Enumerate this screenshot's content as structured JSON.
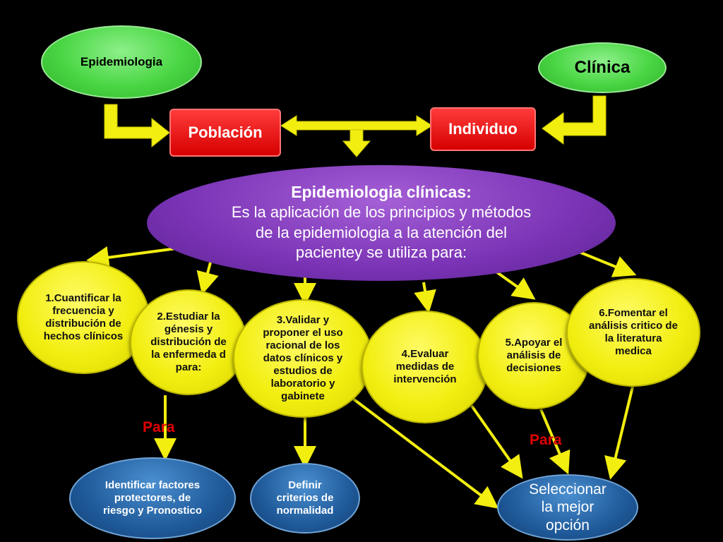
{
  "top": {
    "left_oval": "Epidemiologia",
    "right_oval": "Clínica",
    "poblacion": "Población",
    "individuo": "Individuo"
  },
  "center": {
    "title": "Epidemiologia clínicas:",
    "body": "Es  la aplicación de los principios y métodos de la epidemiologia a la atención del pacientey se utiliza para:"
  },
  "uses": [
    "1.Cuantificar la frecuencia y distribución de hechos clínicos",
    "2.Estudiar la génesis y distribución de la enfermeda d para:",
    "3.Validar y proponer el uso racional de los datos clínicos y estudios de laboratorio y gabinete",
    "4.Evaluar medidas de intervención",
    "5.Apoyar el análisis de decisiones",
    "6.Fomentar el análisis critico de la literatura medica"
  ],
  "para_left": "Para",
  "para_right": "Para",
  "results": [
    "Identificar factores protectores, de riesgo y Pronostico",
    "Definir criterios de normalidad",
    "Seleccionar la mejor opción"
  ],
  "colors": {
    "arrow": "#f2ee10",
    "green": "#49d643",
    "red": "#e00000",
    "purple": "#7a33b5",
    "yellow": "#f2ee10",
    "blue": "#1f5a9a"
  }
}
